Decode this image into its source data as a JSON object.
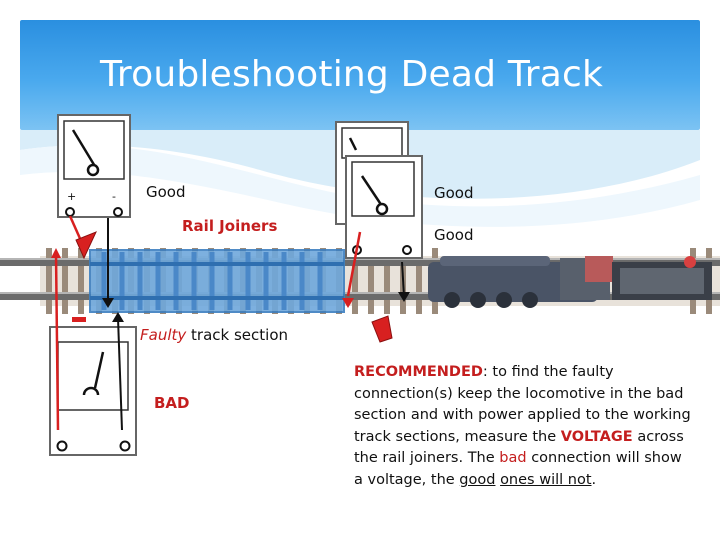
{
  "slide": {
    "title": "Troubleshooting Dead Track",
    "labels": {
      "good_left": "Good",
      "good_right_top": "Good",
      "good_right_bottom": "Good",
      "rail_joiners": "Rail Joiners",
      "faulty_word": "Faulty",
      "faulty_rest": "track section",
      "bad": "BAD"
    },
    "recommendation": {
      "lead": "RECOMMENDED",
      "part1": ": to find the faulty connection(s) keep the locomotive in the bad section and with power applied to the working track sections, measure the",
      "voltage": "VOLTAGE",
      "part2": "across the rail joiners. The",
      "bad": "bad",
      "part3": "connection will show a voltage, the",
      "good": "good",
      "ones": "ones will not",
      "end": "."
    },
    "meter_terminals": {
      "plus": "+",
      "minus": "-"
    },
    "colors": {
      "title_bg": "#3a9de8",
      "accent_red": "#c41e1e",
      "faulty_track": "#6fa8dc"
    }
  }
}
